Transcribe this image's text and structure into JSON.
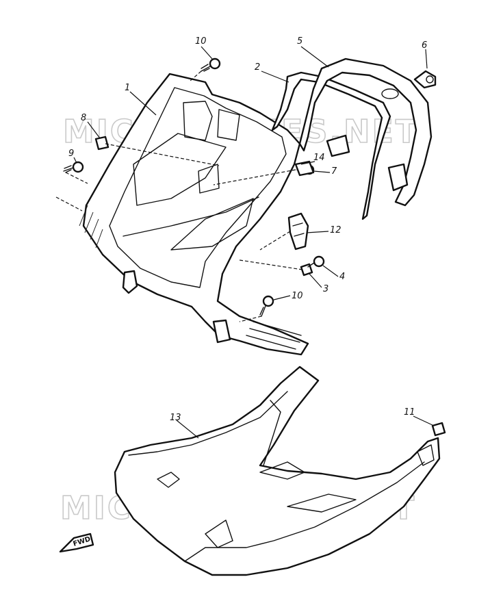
{
  "watermark": {
    "top": "MICROFICHES.NET",
    "bottom": "MICROFICHES.NET"
  },
  "direction_arrow": "FWD",
  "callouts": [
    "1",
    "2",
    "3",
    "4",
    "5",
    "6",
    "7",
    "8",
    "9",
    "10",
    "10",
    "11",
    "12",
    "13",
    "14"
  ],
  "colors": {
    "line": "#111111",
    "watermark": "#c9c9c9",
    "background": "#ffffff"
  }
}
